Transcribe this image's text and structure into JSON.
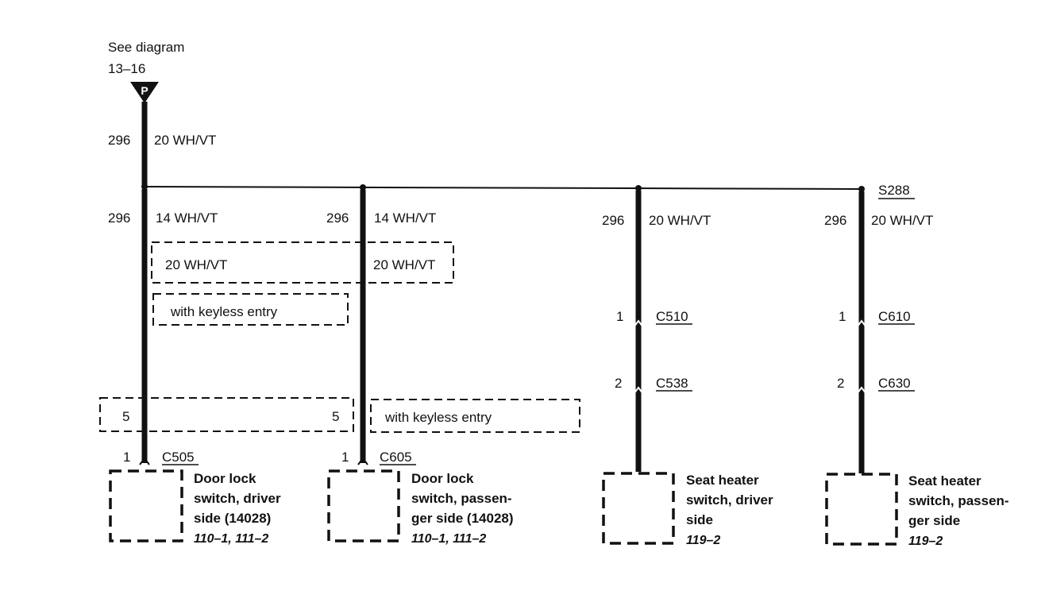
{
  "source": {
    "note_line1": "See diagram",
    "note_line2": "13–16",
    "connector_letter": "P",
    "circuit": "296",
    "wire": "20 WH/VT"
  },
  "splice": "S288",
  "branches": [
    {
      "circuit": "296",
      "wire": "14 WH/VT",
      "alt_wire": "20 WH/VT",
      "pin_alt": "5",
      "pin": "1",
      "connector": "C505",
      "component_lines": [
        "Door lock",
        "switch, driver",
        "side (14028)"
      ],
      "reference": "110–1, 111–2"
    },
    {
      "circuit": "296",
      "wire": "14 WH/VT",
      "alt_wire": "20 WH/VT",
      "pin_alt": "5",
      "pin": "1",
      "connector": "C605",
      "component_lines": [
        "Door lock",
        "switch, passen-",
        "ger side (14028)"
      ],
      "reference": "110–1, 111–2"
    },
    {
      "circuit": "296",
      "wire": "20 WH/VT",
      "pin_a": "1",
      "connector_a": "C510",
      "pin_b": "2",
      "connector_b": "C538",
      "component_lines": [
        "Seat heater",
        "switch, driver",
        "side"
      ],
      "reference": "119–2"
    },
    {
      "circuit": "296",
      "wire": "20 WH/VT",
      "pin_a": "1",
      "connector_a": "C610",
      "pin_b": "2",
      "connector_b": "C630",
      "component_lines": [
        "Seat heater",
        "switch, passen-",
        "ger side"
      ],
      "reference": "119–2"
    }
  ],
  "option_label": "with keyless entry"
}
